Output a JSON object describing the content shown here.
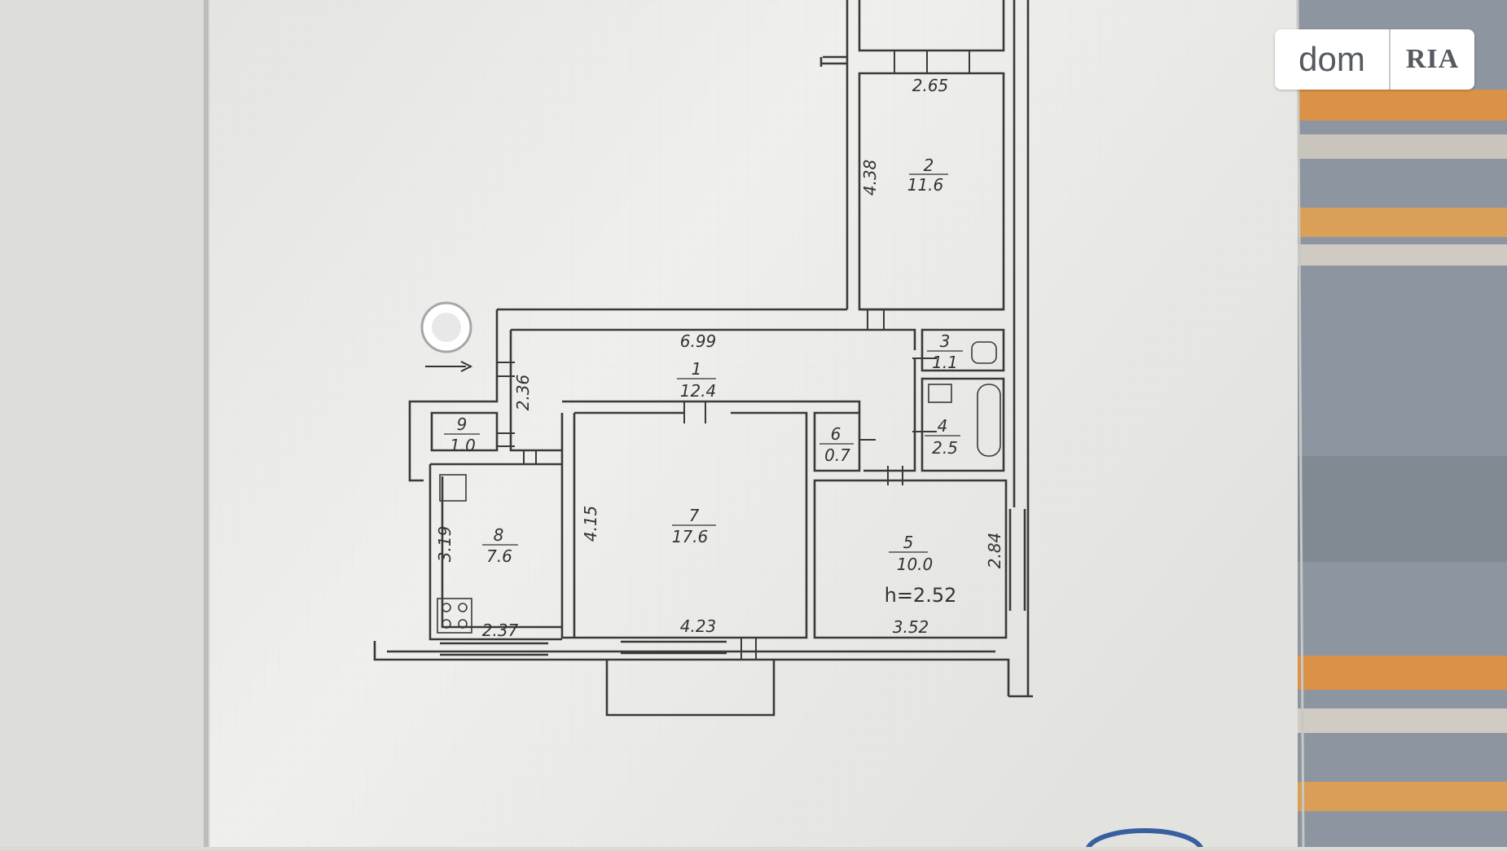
{
  "rooms": [
    {
      "id": "2",
      "area": "11.6"
    },
    {
      "id": "1",
      "area": "12.4"
    },
    {
      "id": "3",
      "area": "1.1"
    },
    {
      "id": "4",
      "area": "2.5"
    },
    {
      "id": "9",
      "area": "1.0"
    },
    {
      "id": "6",
      "area": "0.7"
    },
    {
      "id": "7",
      "area": "17.6"
    },
    {
      "id": "8",
      "area": "7.6"
    },
    {
      "id": "5",
      "area": "10.0"
    }
  ],
  "dimensions": [
    "2.65",
    "4.38",
    "6.99",
    "2.36",
    "4.15",
    "3.19",
    "2.37",
    "4.23",
    "3.52",
    "2.84"
  ],
  "ceiling_height": "h=2.52",
  "watermark": {
    "left": "dom",
    "right": "RIA"
  },
  "colors": {
    "paper": "#eeeeec",
    "wall": "#3a3a3a",
    "accent_orange": "#e8923a"
  }
}
